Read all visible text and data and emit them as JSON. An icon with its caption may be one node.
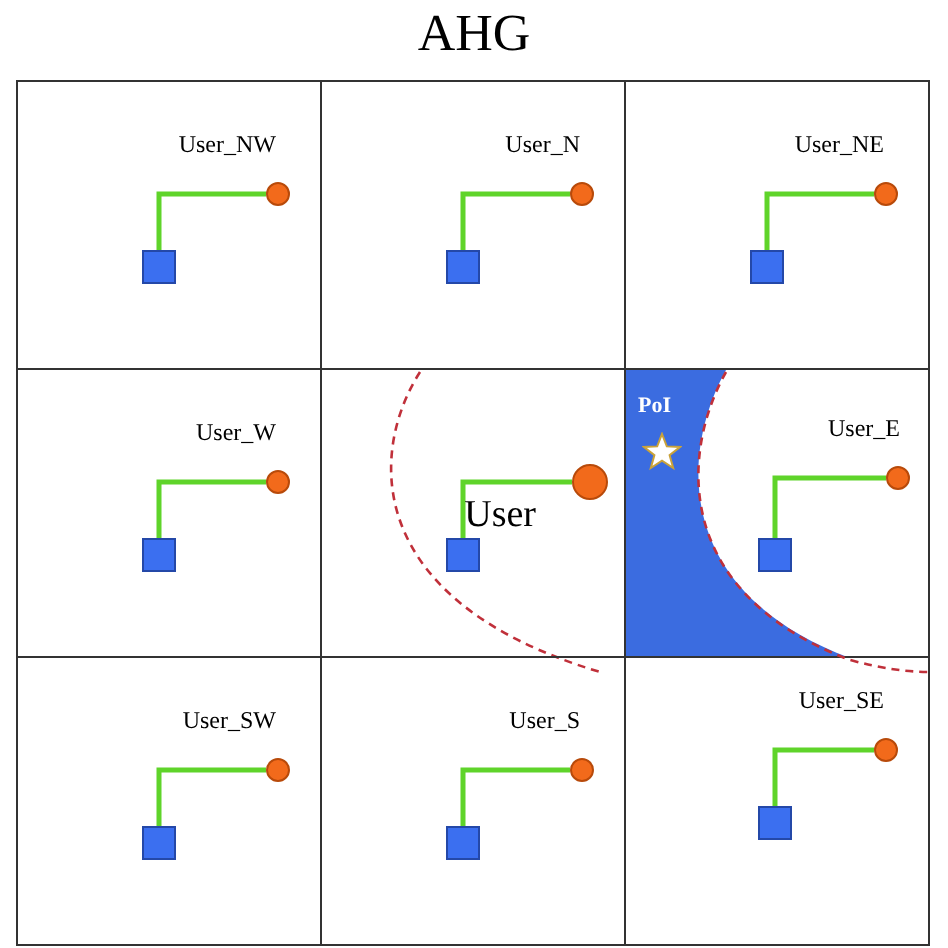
{
  "diagram": {
    "title": "AHG",
    "nodes": [
      {
        "text": [
          "User_NW"
        ]
      },
      {
        "text": [],
        "shape": "box",
        "in": 0
      },
      {
        "text": [],
        "shape": "circle",
        "in": 0
      },
      {
        "text": [
          "User_N"
        ]
      },
      {
        "text": [],
        "shape": "box",
        "in": 3
      },
      {
        "text": [],
        "shape": "circle",
        "in": 3
      },
      {
        "text": [
          "User_NE"
        ]
      },
      {
        "text": [],
        "shape": "box",
        "in": 6
      },
      {
        "text": [],
        "shape": "circle",
        "in": 6
      },
      {
        "text": [
          "User_W"
        ]
      },
      {
        "text": [],
        "shape": "box",
        "in": 9
      },
      {
        "text": [],
        "shape": "circle",
        "in": 9
      },
      {
        "text": [
          "User"
        ]
      },
      {
        "text": [],
        "shape": "box",
        "in": 12
      },
      {
        "text": [],
        "shape": "circle",
        "in": 12
      },
      {
        "text": [
          "User_E"
        ]
      },
      {
        "text": [
          "PoI"
        ],
        "in": 15
      },
      {
        "text": [],
        "shape": "box",
        "in": 15
      },
      {
        "text": [],
        "shape": "circle",
        "in": 15
      },
      {
        "text": [
          "User_SW"
        ]
      },
      {
        "text": [],
        "shape": "box",
        "in": 19
      },
      {
        "text": [],
        "shape": "circle",
        "in": 19
      },
      {
        "text": [
          "User_S"
        ]
      },
      {
        "text": [],
        "shape": "box",
        "in": 22
      },
      {
        "text": [],
        "shape": "circle",
        "in": 22
      },
      {
        "text": [
          "User_SE"
        ]
      },
      {
        "text": [],
        "shape": "box",
        "in": 25
      },
      {
        "text": [],
        "shape": "circle",
        "in": 25
      }
    ],
    "edges": [
      {
        "from": 1,
        "to": 2,
        "arrow": "none"
      },
      {
        "from": 4,
        "to": 5,
        "arrow": "none"
      },
      {
        "from": 7,
        "to": 8,
        "arrow": "none"
      },
      {
        "from": 10,
        "to": 11,
        "arrow": "none"
      },
      {
        "from": 13,
        "to": 14,
        "arrow": "none"
      },
      {
        "from": 17,
        "to": 18,
        "arrow": "none"
      },
      {
        "from": 20,
        "to": 21,
        "arrow": "none"
      },
      {
        "from": 23,
        "to": 24,
        "arrow": "none"
      },
      {
        "from": 26,
        "to": 27,
        "arrow": "none"
      }
    ]
  }
}
